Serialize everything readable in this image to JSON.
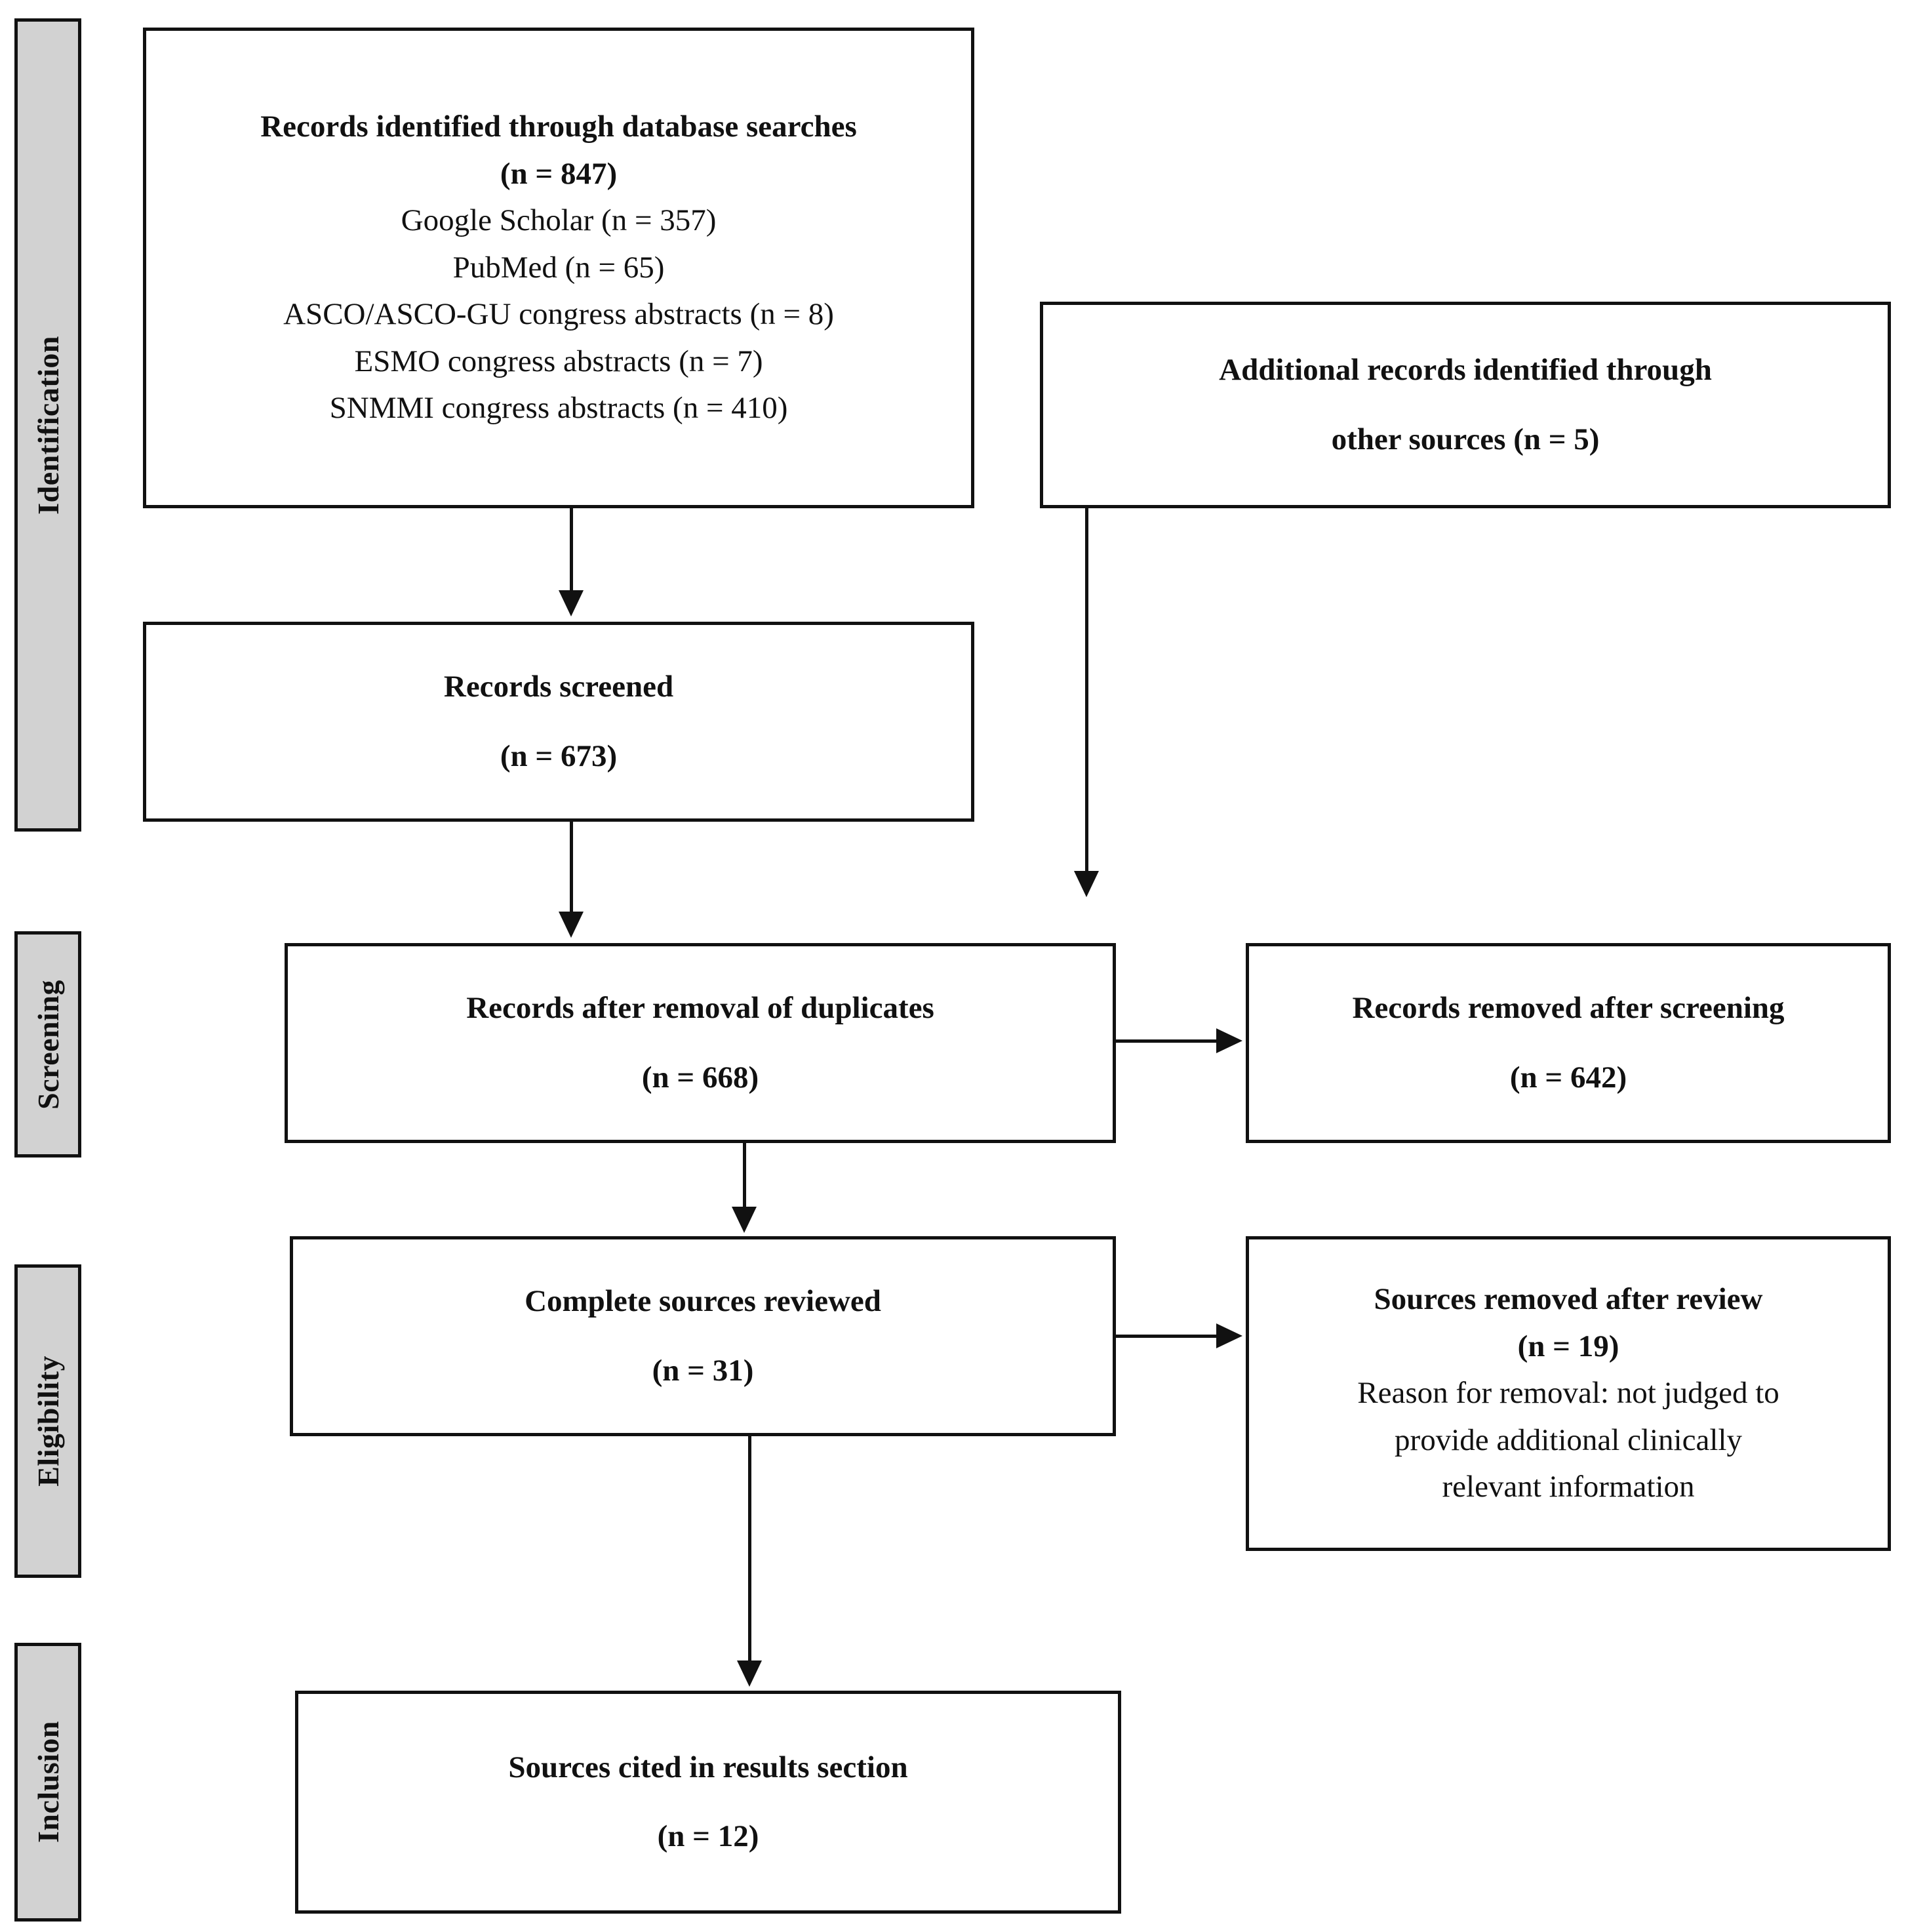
{
  "diagram": {
    "type": "PRISMA flow diagram",
    "phases": [
      {
        "id": "identification",
        "label": "Identification"
      },
      {
        "id": "screening",
        "label": "Screening"
      },
      {
        "id": "eligibility",
        "label": "Eligibility"
      },
      {
        "id": "inclusion",
        "label": "Inclusion"
      }
    ],
    "boxes": {
      "records_identified": {
        "lines": [
          {
            "text": "Records identified through database searches",
            "bold": true
          },
          {
            "text": "(n = 847)",
            "bold": true
          },
          {
            "text": "Google Scholar (n = 357)",
            "bold": false
          },
          {
            "text": "PubMed (n = 65)",
            "bold": false
          },
          {
            "text": "ASCO/ASCO-GU congress abstracts (n = 8)",
            "bold": false
          },
          {
            "text": "ESMO congress abstracts (n = 7)",
            "bold": false
          },
          {
            "text": "SNMMI congress abstracts (n = 410)",
            "bold": false
          }
        ]
      },
      "additional_records": {
        "lines": [
          {
            "text": "Additional records identified through",
            "bold": true
          },
          {
            "text": "other sources (n = 5)",
            "bold": true
          }
        ]
      },
      "records_screened": {
        "lines": [
          {
            "text": "Records screened",
            "bold": true
          },
          {
            "text": "(n = 673)",
            "bold": true
          }
        ]
      },
      "records_after_duplicates": {
        "lines": [
          {
            "text": "Records after removal of duplicates",
            "bold": true
          },
          {
            "text": "(n = 668)",
            "bold": true
          }
        ]
      },
      "records_removed_screening": {
        "lines": [
          {
            "text": "Records removed after screening",
            "bold": true
          },
          {
            "text": "(n = 642)",
            "bold": true
          }
        ]
      },
      "complete_sources_reviewed": {
        "lines": [
          {
            "text": "Complete sources reviewed",
            "bold": true
          },
          {
            "text": "(n = 31)",
            "bold": true
          }
        ]
      },
      "sources_removed_review": {
        "lines": [
          {
            "text": "Sources removed after review",
            "bold": true
          },
          {
            "text": "(n = 19)",
            "bold": true
          },
          {
            "text": "Reason for removal: not judged to",
            "bold": false
          },
          {
            "text": "provide additional clinically",
            "bold": false
          },
          {
            "text": "relevant information",
            "bold": false
          }
        ]
      },
      "sources_cited": {
        "lines": [
          {
            "text": "Sources cited in results section",
            "bold": true
          },
          {
            "text": "(n = 12)",
            "bold": true
          }
        ]
      }
    },
    "colors": {
      "phase_bar_fill": "#d2d2d2",
      "stroke": "#111111",
      "box_fill": "#ffffff",
      "page_background": "#ffffff"
    }
  }
}
